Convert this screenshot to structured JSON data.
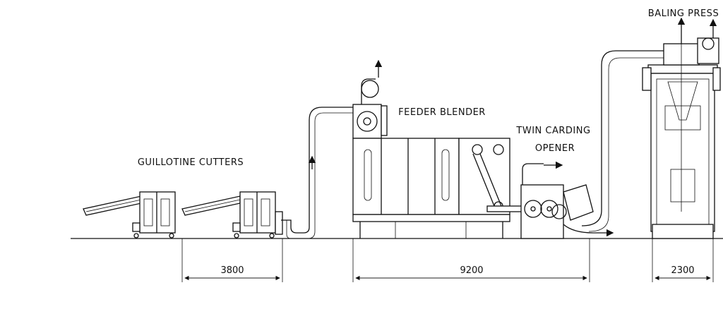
{
  "labels": {
    "baling_press": "BALING PRESS",
    "feeder_blender": "FEEDER BLENDER",
    "twin_carding_1": "TWIN CARDING",
    "twin_carding_2": "OPENER",
    "guillotine": "GUILLOTINE CUTTERS"
  },
  "dimensions": {
    "d1": "3800",
    "d2": "9200",
    "d3": "2300"
  }
}
